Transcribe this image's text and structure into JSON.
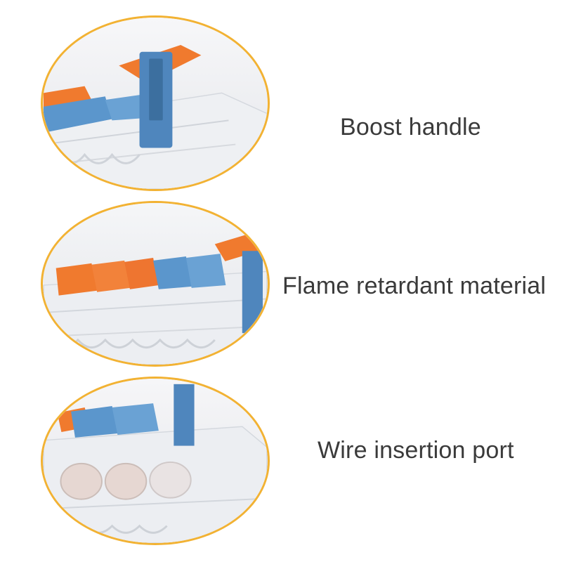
{
  "colors": {
    "ring": "#f2b233",
    "lever_orange": "#f07a2e",
    "lever_blue": "#5b96cc",
    "handle_blue": "#4f86bd",
    "text": "#3a3a3a"
  },
  "features": [
    {
      "label": "Boost handle",
      "image_icon": "connector-handle-closeup"
    },
    {
      "label": "Flame retardant material",
      "image_icon": "connector-body-closeup"
    },
    {
      "label": "Wire insertion port",
      "image_icon": "connector-port-closeup"
    }
  ]
}
